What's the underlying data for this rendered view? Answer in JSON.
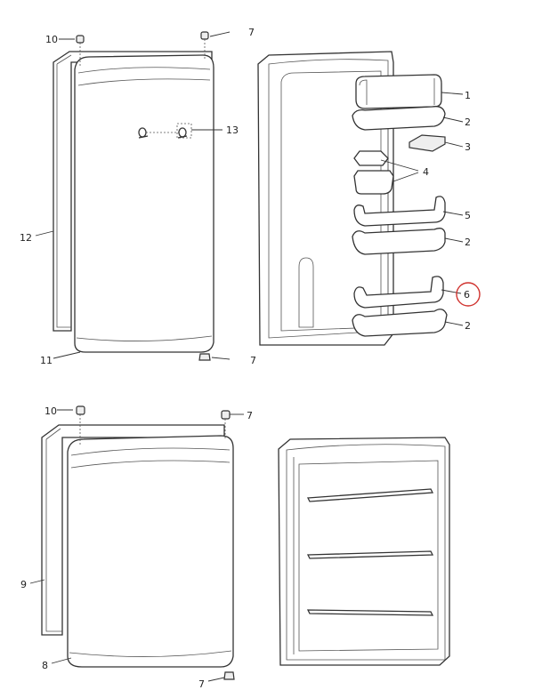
{
  "diagram": {
    "callouts": {
      "fridge_door_screw_top": "10",
      "fridge_door_pin_top": "7",
      "fridge_door_handle_mount": "13",
      "fridge_door_gasket": "12",
      "fridge_door_outer": "11",
      "fridge_door_pin_bottom": "7",
      "dairy_compartment": "1",
      "door_shelf_top": "2",
      "egg_tray": "3",
      "small_containers": "4",
      "door_shelf_middle": "5",
      "door_shelf_lower": "2",
      "bottle_retainer": "6",
      "bottle_shelf": "2",
      "freezer_door_screw": "10",
      "freezer_door_pin_top": "7",
      "freezer_door_gasket": "9",
      "freezer_door_outer": "8",
      "freezer_door_pin_bottom": "7"
    },
    "highlight_color": "#d0312d"
  }
}
